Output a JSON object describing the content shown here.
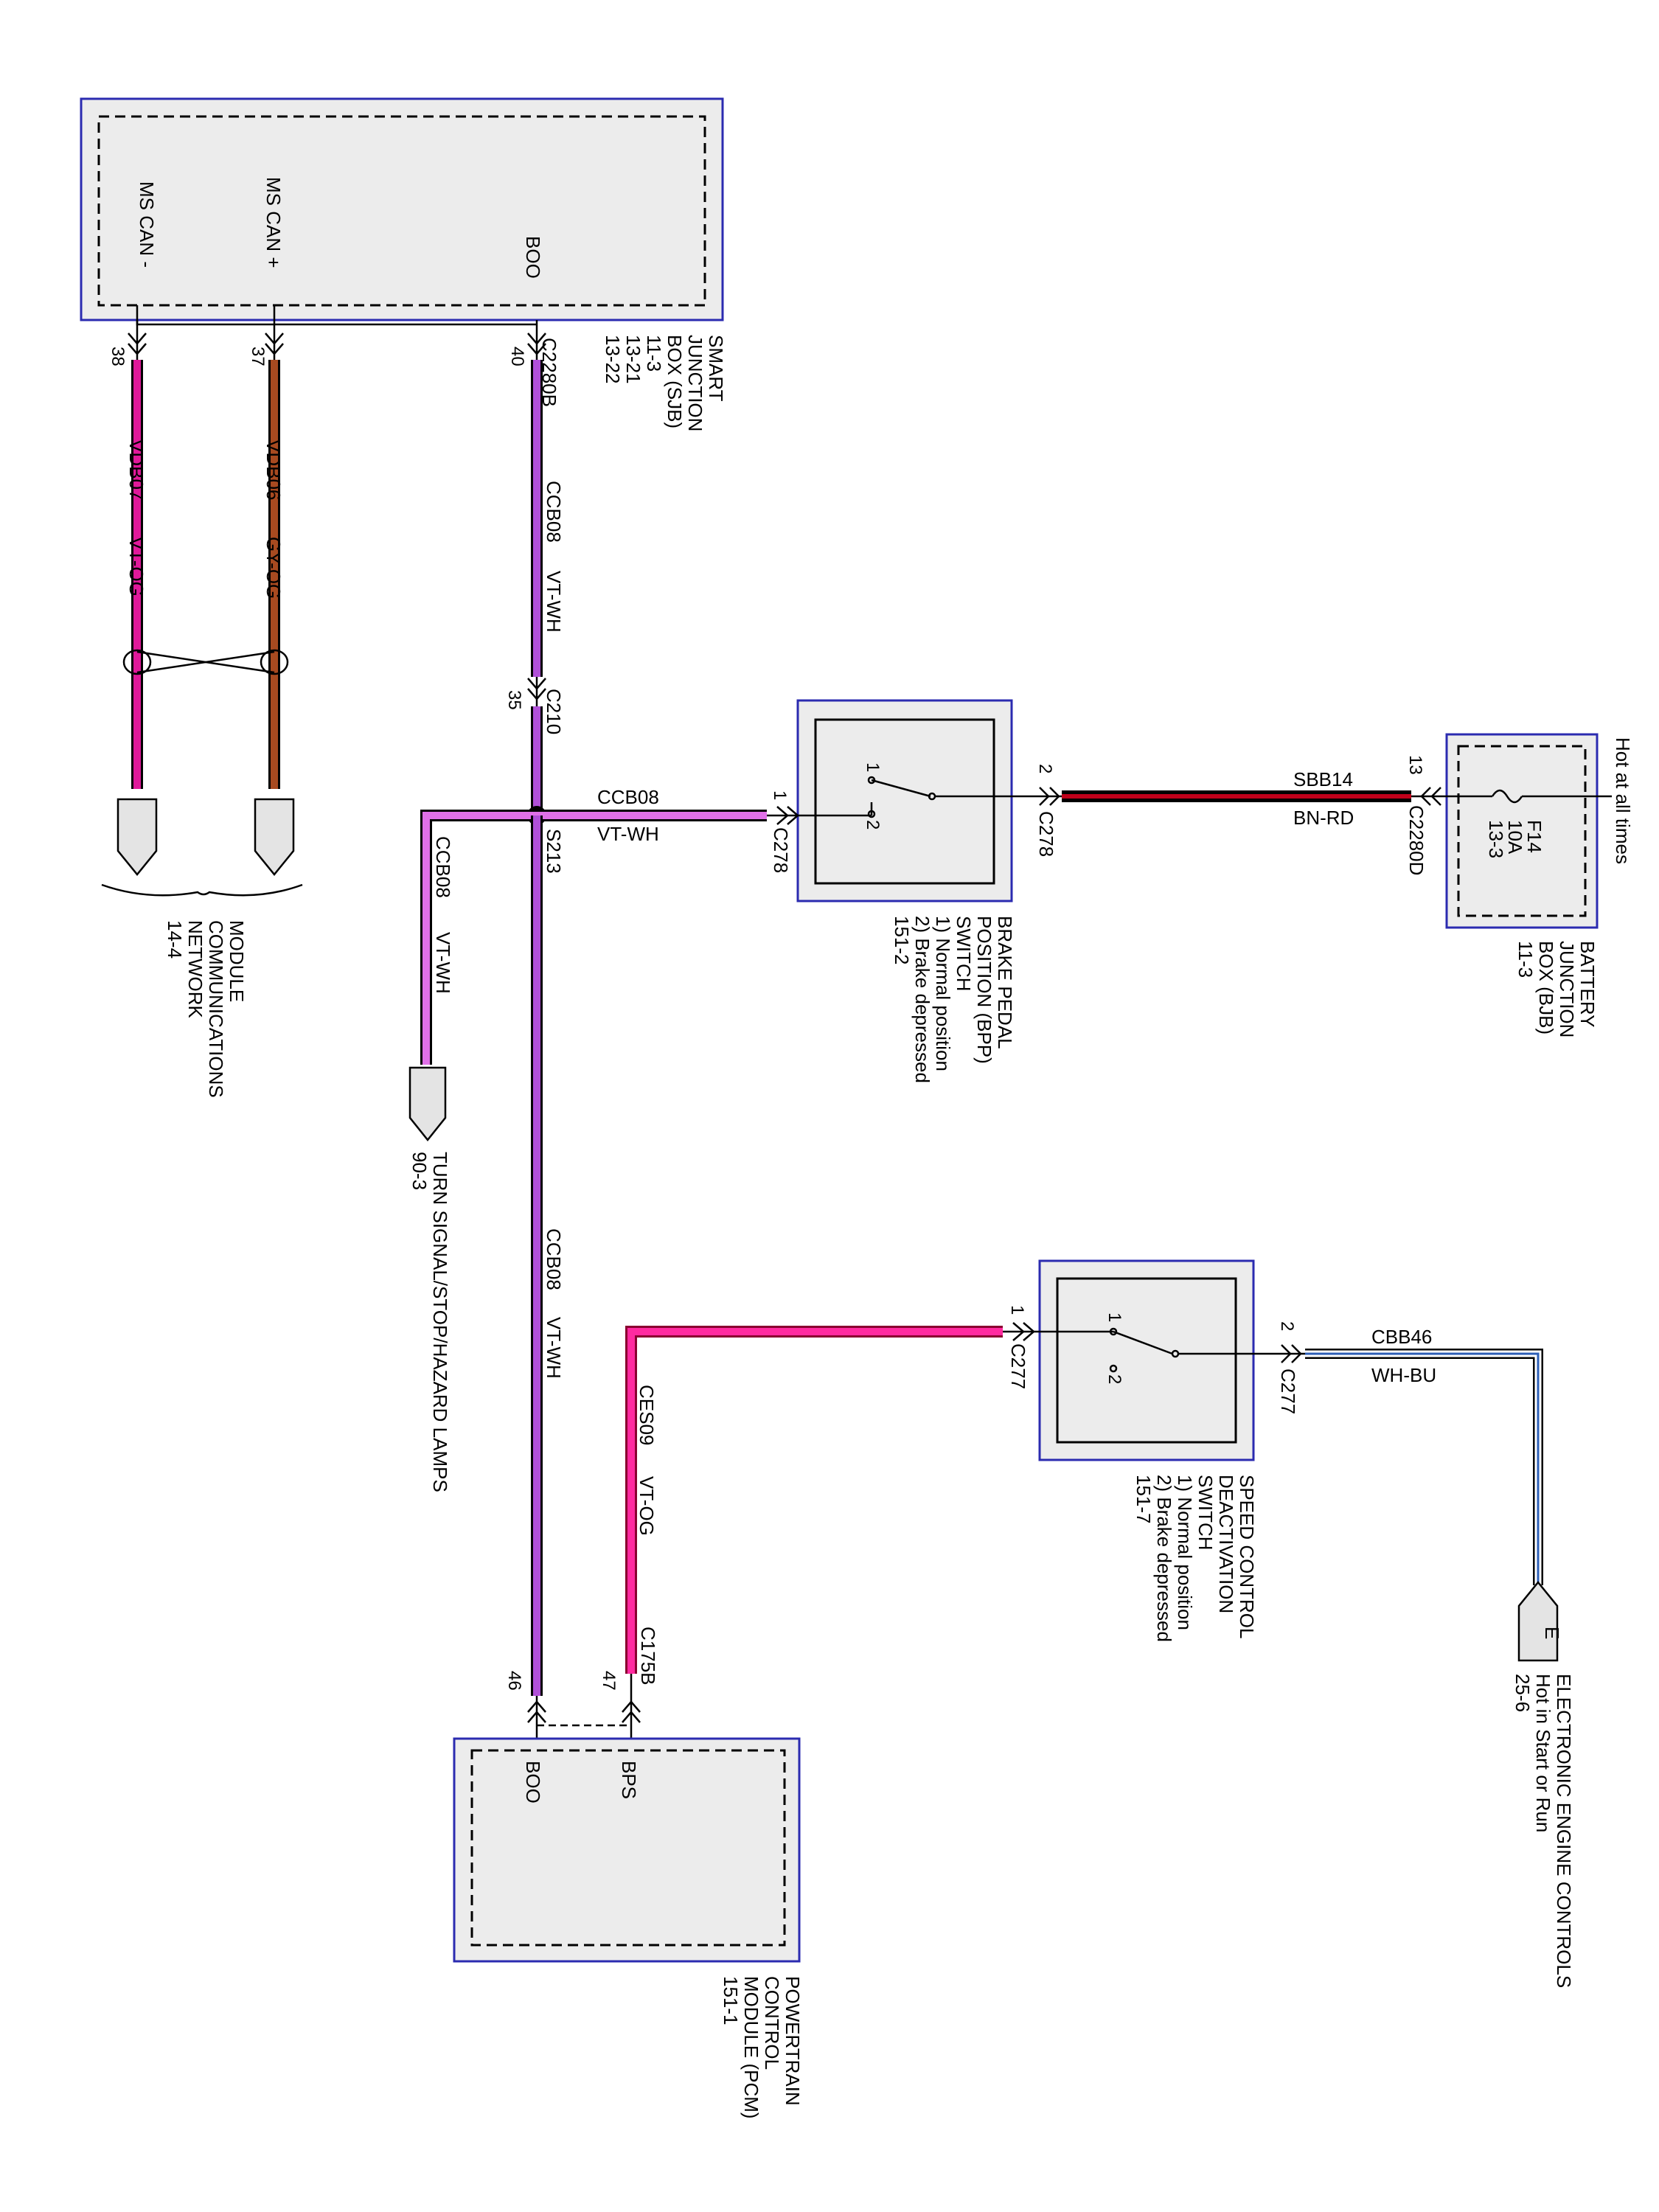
{
  "sjb": {
    "title_lines": [
      "SMART",
      "JUNCTION",
      "BOX (SJB)",
      "11-3",
      "13-21",
      "13-22"
    ],
    "pin_labels": {
      "ms_can_minus": "MS CAN -",
      "ms_can_plus": "MS CAN +",
      "boo": "BOO"
    },
    "connector": "C2280B",
    "pins": {
      "ms_can_minus": "38",
      "ms_can_plus": "37",
      "boo": "40"
    }
  },
  "wires": {
    "vdb07": {
      "circuit": "VDB07",
      "color_code": "VT-OG"
    },
    "vdb06": {
      "circuit": "VDB06",
      "color_code": "GY-OG"
    },
    "ccb08_top": {
      "circuit": "CCB08",
      "color_code": "VT-WH"
    },
    "ccb08_bpp": {
      "circuit": "CCB08",
      "color_code": "VT-WH"
    },
    "ccb08_turn": {
      "circuit": "CCB08",
      "color_code": "VT-WH"
    },
    "ccb08_pcm": {
      "circuit": "CCB08",
      "color_code": "VT-WH"
    },
    "sbb14": {
      "circuit": "SBB14",
      "color_code": "BN-RD"
    },
    "ces09": {
      "circuit": "CES09",
      "color_code": "VT-OG"
    },
    "cbb46": {
      "circuit": "CBB46",
      "color_code": "WH-BU"
    }
  },
  "c210": {
    "connector": "C210",
    "pin": "35"
  },
  "s213": {
    "splice": "S213"
  },
  "mcn": {
    "title_lines": [
      "MODULE",
      "COMMUNICATIONS",
      "NETWORK",
      "14-4"
    ]
  },
  "turn_lamps": {
    "title_lines": [
      "TURN SIGNAL/STOP/HAZARD LAMPS",
      "90-3"
    ]
  },
  "bpp": {
    "title_lines": [
      "BRAKE PEDAL",
      "POSITION (BPP)",
      "SWITCH",
      "1) Normal position",
      "2) Brake depressed",
      "151-2"
    ],
    "pin1": "1",
    "pin2": "2",
    "connector1": "C278",
    "connector2": "C278",
    "sw1": "1",
    "sw2": "2"
  },
  "bjb": {
    "hot_label": "Hot at all times",
    "fuse_lines": [
      "F14",
      "10A",
      "13-3"
    ],
    "pin": "13",
    "connector": "C2280D",
    "title_lines": [
      "BATTERY",
      "JUNCTION",
      "BOX (BJB)",
      "11-3"
    ]
  },
  "scd": {
    "title_lines": [
      "SPEED CONTROL",
      "DEACTIVATION",
      "SWITCH",
      "1) Normal position",
      "2) Brake depressed",
      "151-7"
    ],
    "pin1": "1",
    "pin2": "2",
    "connector1": "C277",
    "connector2": "C277",
    "sw1": "1",
    "sw2": "2"
  },
  "eec": {
    "letter": "E",
    "title_lines": [
      "ELECTRONIC ENGINE CONTROLS",
      "Hot in Start or Run",
      "25-6"
    ]
  },
  "pcm": {
    "connector": "C175B",
    "pin_boo": "46",
    "pin_bps": "47",
    "label_boo": "BOO",
    "label_bps": "BPS",
    "title_lines": [
      "POWERTRAIN",
      "CONTROL",
      "MODULE (PCM)",
      "151-1"
    ]
  }
}
